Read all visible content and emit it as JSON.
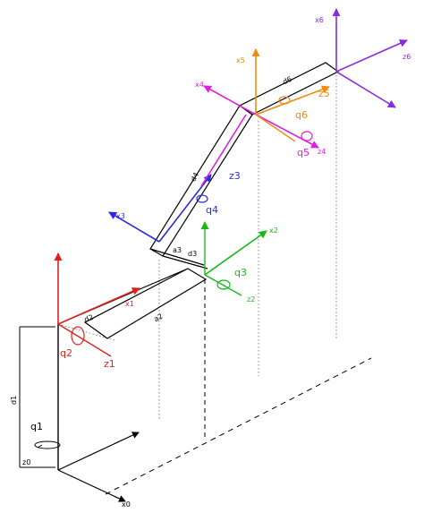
{
  "colors": {
    "link": "#000000",
    "frame0": "#000000",
    "frame1": "#e0201b",
    "frame2": "#18b818",
    "frame3": "#2a2ae0",
    "frame4": "#e020e0",
    "frame5": "#f08a10",
    "frame6": "#8a2be2"
  },
  "labels": {
    "x0": "x0",
    "z0": "z0",
    "q1": "q1",
    "d1": "d1",
    "x1": "x1",
    "z1": "z1",
    "q2": "q2",
    "d2": "d2",
    "a2": "a2",
    "x2": "x2",
    "z2": "z2",
    "q3": "q3",
    "a3": "a3",
    "d3": "d3",
    "x3": "x3",
    "z3": "z3",
    "q4": "q4",
    "d4": "d4",
    "x4": "x4",
    "z4": "z4",
    "q5": "q5",
    "x5": "x5",
    "z5": "z5",
    "q6": "q6",
    "d6": "d6",
    "x6": "x6",
    "z6": "z6"
  }
}
